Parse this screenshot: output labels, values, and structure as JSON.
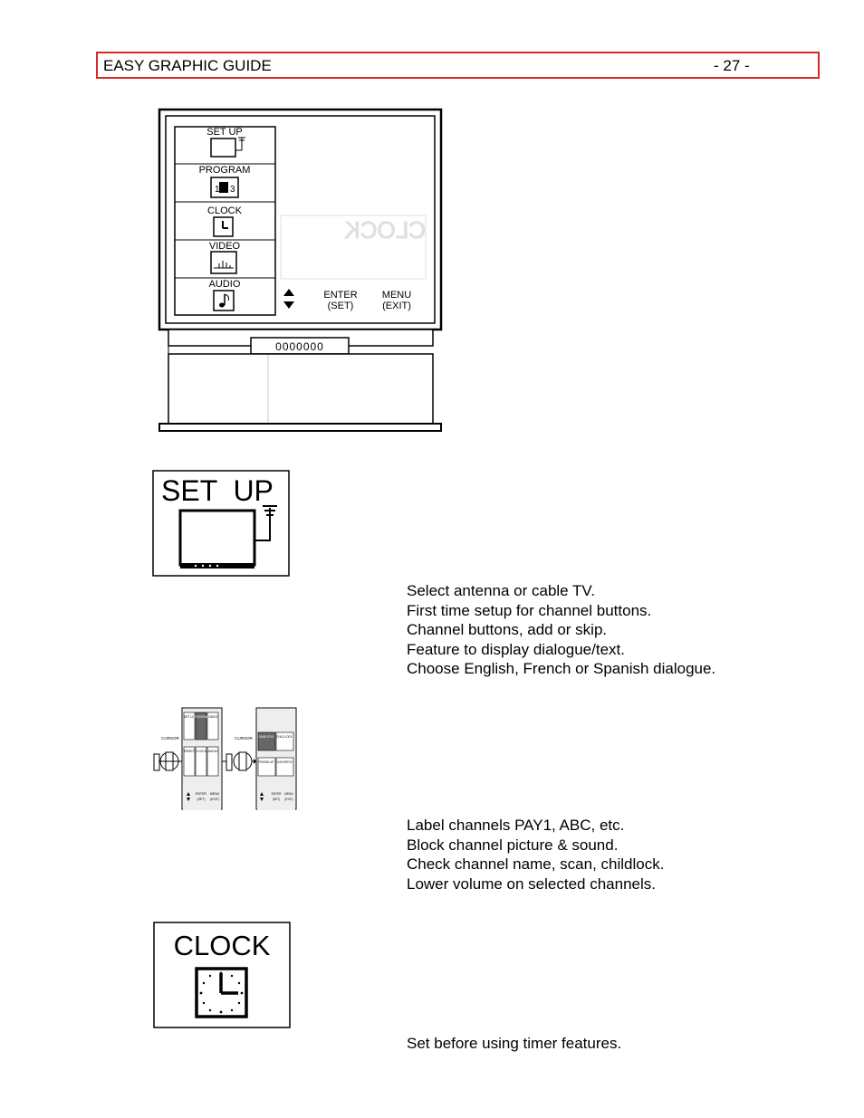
{
  "header": {
    "title": "EASY GRAPHIC GUIDE",
    "page_number": "- 27 -"
  },
  "tv_menu": {
    "items": [
      "SET UP",
      "PROGRAM",
      "CLOCK",
      "VIDEO",
      "AUDIO"
    ],
    "enter_label": "ENTER",
    "enter_sub": "(SET)",
    "menu_label": "MENU",
    "menu_sub": "(EXIT)",
    "panel_digits": "0000000"
  },
  "setup_icon_label": "SET  UP",
  "setup_lines": [
    "Select antenna or cable TV.",
    "First time setup for channel buttons.",
    "Channel buttons, add or skip.",
    "Feature to display dialogue/text.",
    "Choose English, French or Spanish dialogue."
  ],
  "program_diagram": {
    "cursor_label": "CURSOR",
    "grid1": [
      "SET UP",
      "PROGRAM",
      "VIDEO",
      "RESET",
      "CLOCK",
      "AUDIO"
    ],
    "grid2": [
      "CHANNEL OPTION",
      "CHILD LOCK",
      "PROGRAM LIST",
      "VOLUME CORRECTION"
    ],
    "enter": "ENTER",
    "enter_sub": "(SET)",
    "menu": "MENU",
    "menu_sub": "(EXIT)"
  },
  "program_lines": [
    "Label channels PAY1, ABC, etc.",
    "Block channel picture & sound.",
    "Check channel name, scan, childlock.",
    "Lower volume on selected channels."
  ],
  "clock_icon_label": "CLOCK",
  "clock_lines": [
    "Set before using timer features."
  ]
}
